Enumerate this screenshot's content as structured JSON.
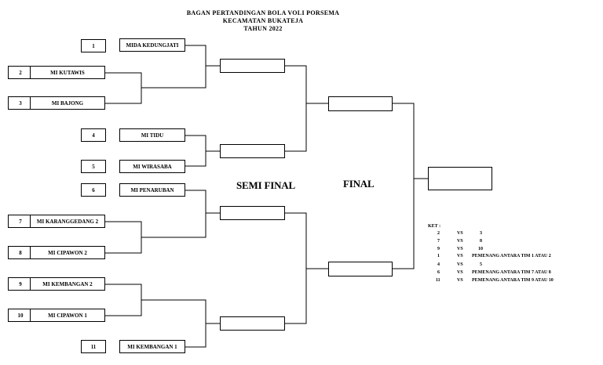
{
  "title": {
    "line1": "BAGAN PERTANDINGAN BOLA VOLI PORSEMA",
    "line2": "KECAMATAN BUKATEJA",
    "line3": "TAHUN 2022"
  },
  "teams": [
    {
      "num": "1",
      "name": "MIDA KEDUNGJATI"
    },
    {
      "num": "2",
      "name": "MI KUTAWIS"
    },
    {
      "num": "3",
      "name": "MI BAJONG"
    },
    {
      "num": "4",
      "name": "MI TIDU"
    },
    {
      "num": "5",
      "name": "MI WIRASABA"
    },
    {
      "num": "6",
      "name": "MI PENARUBAN"
    },
    {
      "num": "7",
      "name": "MI KARANGGEDANG 2"
    },
    {
      "num": "8",
      "name": "MI CIPAWON 2"
    },
    {
      "num": "9",
      "name": "MI KEMBANGAN 2"
    },
    {
      "num": "10",
      "name": "MI CIPAWON 1"
    },
    {
      "num": "11",
      "name": "MI KEMBANGAN 1"
    }
  ],
  "stages": {
    "semi_final": "SEMI FINAL",
    "final": "FINAL"
  },
  "ket": {
    "title": "KET :",
    "rows": [
      {
        "a": "2",
        "vs": "VS",
        "b": "3"
      },
      {
        "a": "7",
        "vs": "VS",
        "b": "8"
      },
      {
        "a": "9",
        "vs": "VS",
        "b": "10"
      },
      {
        "a": "1",
        "vs": "VS",
        "b": "PEMENANG ANTARA TIM 1 ATAU 2"
      },
      {
        "a": "4",
        "vs": "VS",
        "b": "5"
      },
      {
        "a": "6",
        "vs": "VS",
        "b": "PEMENANG ANTARA TIM 7 ATAU 8"
      },
      {
        "a": "11",
        "vs": "VS",
        "b": "PEMENANG ANTARA TIM 9 ATAU 10"
      }
    ]
  }
}
